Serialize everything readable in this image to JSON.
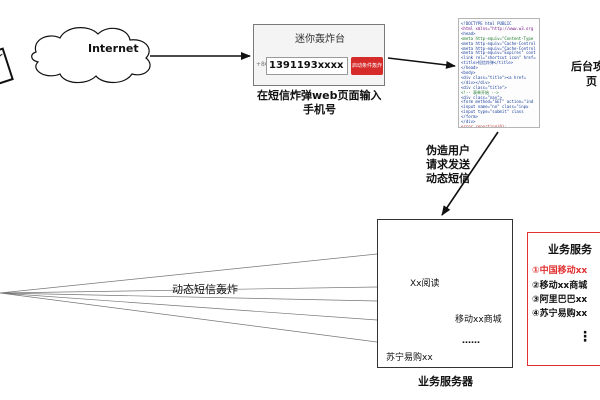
{
  "internet_label": "Internet",
  "web_page": {
    "title": "迷你轰炸台",
    "phone_prefix": "+86",
    "phone_number": "1391193xxxx",
    "start_button": "启动条件轰炸"
  },
  "web_page_caption": [
    "在短信炸弹web页面输入",
    "手机号"
  ],
  "backend_caption": [
    "后台攻",
    "页"
  ],
  "forge_caption": [
    "伪造用户",
    "请求发送",
    "动态短信"
  ],
  "sms_bomb_caption": "动态短信轰炸",
  "servers": {
    "xx_read": "Xx阅读",
    "mobile_mall": "移动xx商城",
    "suning": "苏宁易购xx",
    "ellipsis": "……",
    "caption": "业务服务器"
  },
  "business_list": {
    "title": "业务服务",
    "items": [
      {
        "text": "①中国移动xx",
        "highlight": true
      },
      {
        "text": "②移动xx商城",
        "highlight": false
      },
      {
        "text": "③阿里巴巴xx",
        "highlight": false
      },
      {
        "text": "④苏宁易购xx",
        "highlight": false
      }
    ],
    "ellipsis": "⋮"
  },
  "code_lines": [
    "<!DOCTYPE html PUBLIC",
    "<html xmlns=\"http://www.w3.org",
    "<head>",
    "<meta http-equiv=\"Content-Type",
    "<meta http-equiv=\"Cache-Control",
    "<meta http-equiv=\"Cache-Control",
    "<meta http-equiv=\"Expires\" cont",
    "<link rel=\"shortcut icon\" href=",
    "<title>短信炸弹</title>",
    "</head>",
    "<body>",
    "<div class=\"title\"><a href=",
    "</div></div>",
    "<div class=\"title\">",
    "<!-- 表单开始 -->",
    "<div class=\"nav\">",
    "<form method=\"GET\" action=\"ind",
    "<input name=\"no\" class=\"inpu",
    "<input type=\"submit\" class",
    "</form>",
    "</div>",
    "error_reporting(0);"
  ]
}
